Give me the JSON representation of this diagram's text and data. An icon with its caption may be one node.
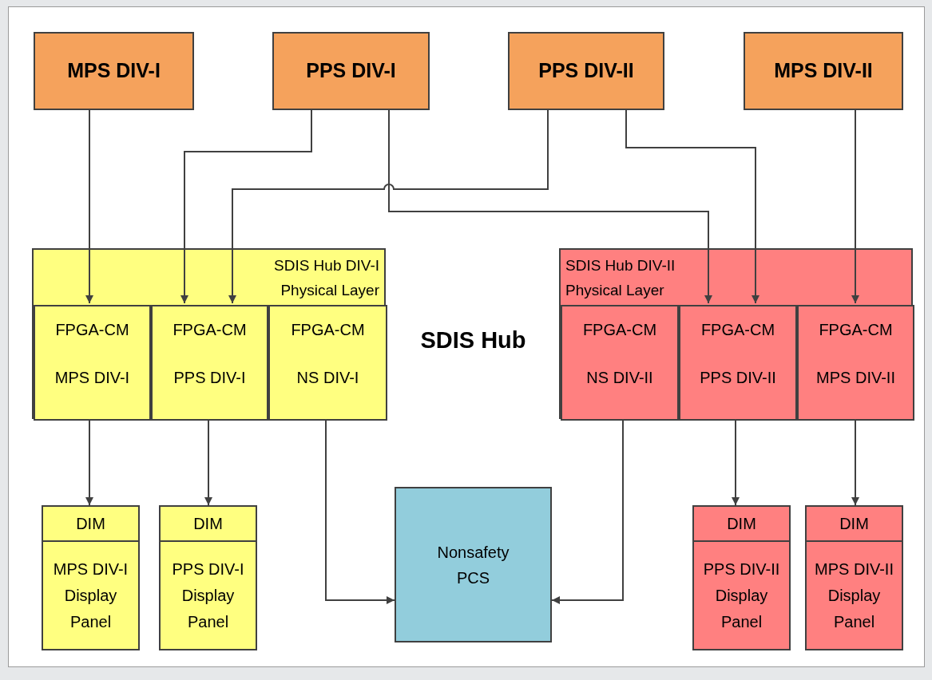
{
  "diagram": {
    "nodes": [
      {
        "text": [
          "MPS DIV-I"
        ]
      },
      {
        "text": [
          "PPS DIV-I"
        ]
      },
      {
        "text": [
          "PPS DIV-II"
        ]
      },
      {
        "text": [
          "MPS DIV-II"
        ]
      },
      {
        "text": [
          "SDIS Hub DIV-I Physical Layer"
        ]
      },
      {
        "text": [
          "FPGA-CM",
          "MPS DIV-I"
        ],
        "in": 4
      },
      {
        "text": [
          "FPGA-CM",
          "PPS DIV-I"
        ],
        "in": 4
      },
      {
        "text": [
          "FPGA-CM",
          "NS DIV-I"
        ],
        "in": 4
      },
      {
        "text": [
          "SDIS Hub DIV-II Physical Layer"
        ]
      },
      {
        "text": [
          "FPGA-CM",
          "NS DIV-II"
        ],
        "in": 8
      },
      {
        "text": [
          "FPGA-CM",
          "PPS DIV-II"
        ],
        "in": 8
      },
      {
        "text": [
          "FPGA-CM",
          "MPS DIV-II"
        ],
        "in": 8
      },
      {
        "text": [
          "DIM",
          "MPS DIV-I Display Panel"
        ]
      },
      {
        "text": [
          "DIM",
          "PPS DIV-I Display Panel"
        ]
      },
      {
        "text": [
          "Nonsafety PCS"
        ]
      },
      {
        "text": [
          "DIM",
          "PPS DIV-II Display Panel"
        ]
      },
      {
        "text": [
          "DIM",
          "MPS DIV-II Display Panel"
        ]
      }
    ],
    "edges": [
      {
        "from": 0,
        "to": 5,
        "arrow": "to"
      },
      {
        "from": 1,
        "to": 6,
        "arrow": "to"
      },
      {
        "from": 2,
        "to": 6,
        "arrow": "to"
      },
      {
        "from": 1,
        "to": 10,
        "arrow": "to"
      },
      {
        "from": 2,
        "to": 10,
        "arrow": "to"
      },
      {
        "from": 3,
        "to": 11,
        "arrow": "to"
      },
      {
        "from": 5,
        "to": 12,
        "arrow": "to"
      },
      {
        "from": 6,
        "to": 13,
        "arrow": "to"
      },
      {
        "from": 7,
        "to": 14,
        "arrow": "to"
      },
      {
        "from": 9,
        "to": 14,
        "arrow": "to"
      },
      {
        "from": 10,
        "to": 15,
        "arrow": "to"
      },
      {
        "from": 11,
        "to": 16,
        "arrow": "to"
      }
    ],
    "labels": [
      "SDIS Hub"
    ]
  }
}
